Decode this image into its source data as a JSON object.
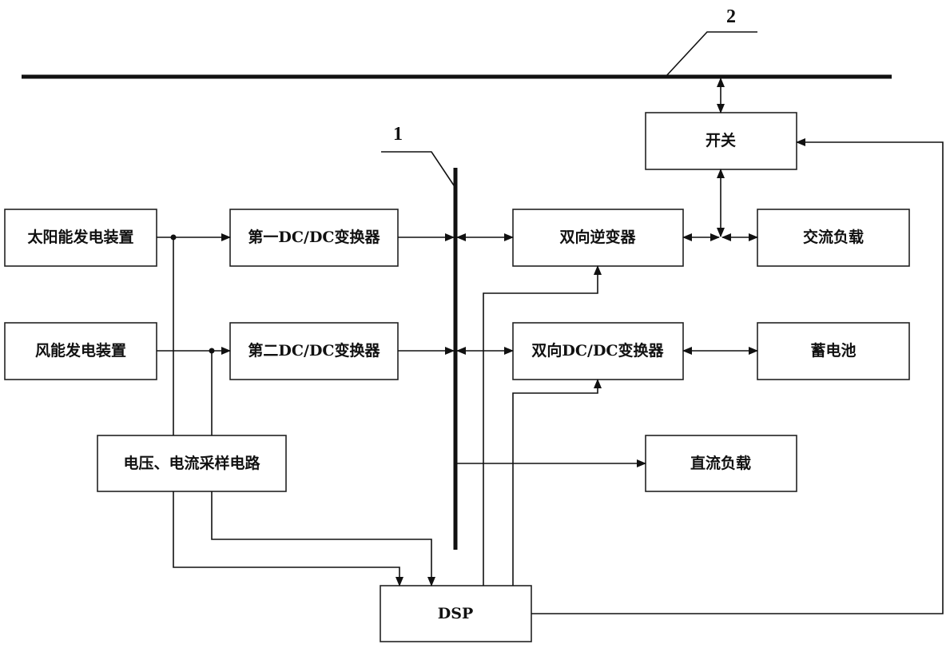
{
  "blocks": {
    "solar": "太阳能发电装置",
    "wind": "风能发电装置",
    "dcdc1": "第一DC/DC变换器",
    "dcdc2": "第二DC/DC变换器",
    "inverter": "双向逆变器",
    "bidcdc": "双向DC/DC变换器",
    "ac_load": "交流负载",
    "battery": "蓄电池",
    "switch": "开关",
    "dc_load": "直流负载",
    "sampling": "电压、电流采样电路",
    "dsp": "DSP"
  },
  "labels": {
    "dc_bus": "1",
    "ac_grid": "2"
  }
}
